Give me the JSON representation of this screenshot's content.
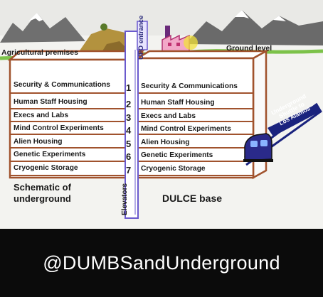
{
  "surface": {
    "agricultural_label": "Agricultural premises",
    "ground_label": "Ground level",
    "ufo_entrance_label": "UFO entrance"
  },
  "left_stack": {
    "levels": [
      "Security & Communications",
      "Human Staff Housing",
      "Execs and Labs",
      "Mind Control Experiments",
      "Alien Housing",
      "Genetic Experiments",
      "Cryogenic Storage"
    ],
    "caption_line1": "Schematic of",
    "caption_line2": "underground"
  },
  "level_numbers": [
    "1",
    "2",
    "3",
    "4",
    "5",
    "6",
    "7"
  ],
  "right_stack": {
    "levels": [
      "Security & Communications",
      "Human Staff Housing",
      "Execs and Labs",
      "Mind Control Experiments",
      "Alien Housing",
      "Genetic Experiments",
      "Cryogenic Storage"
    ],
    "caption": "DULCE base"
  },
  "shaft": {
    "elevators_label": "Elevators"
  },
  "shuttle": {
    "label_line1": "Underground",
    "label_line2": "Shuttle to",
    "label_line3": "Los Alamos"
  },
  "footer": {
    "handle": "@DUMBSandUnderground"
  },
  "colors": {
    "box_outline": "#a0522d",
    "shaft_outline": "#6a5acd",
    "shuttle_track": "#1a237e",
    "sky": "#f2f2ef",
    "ground_green": "#7cc24a"
  }
}
